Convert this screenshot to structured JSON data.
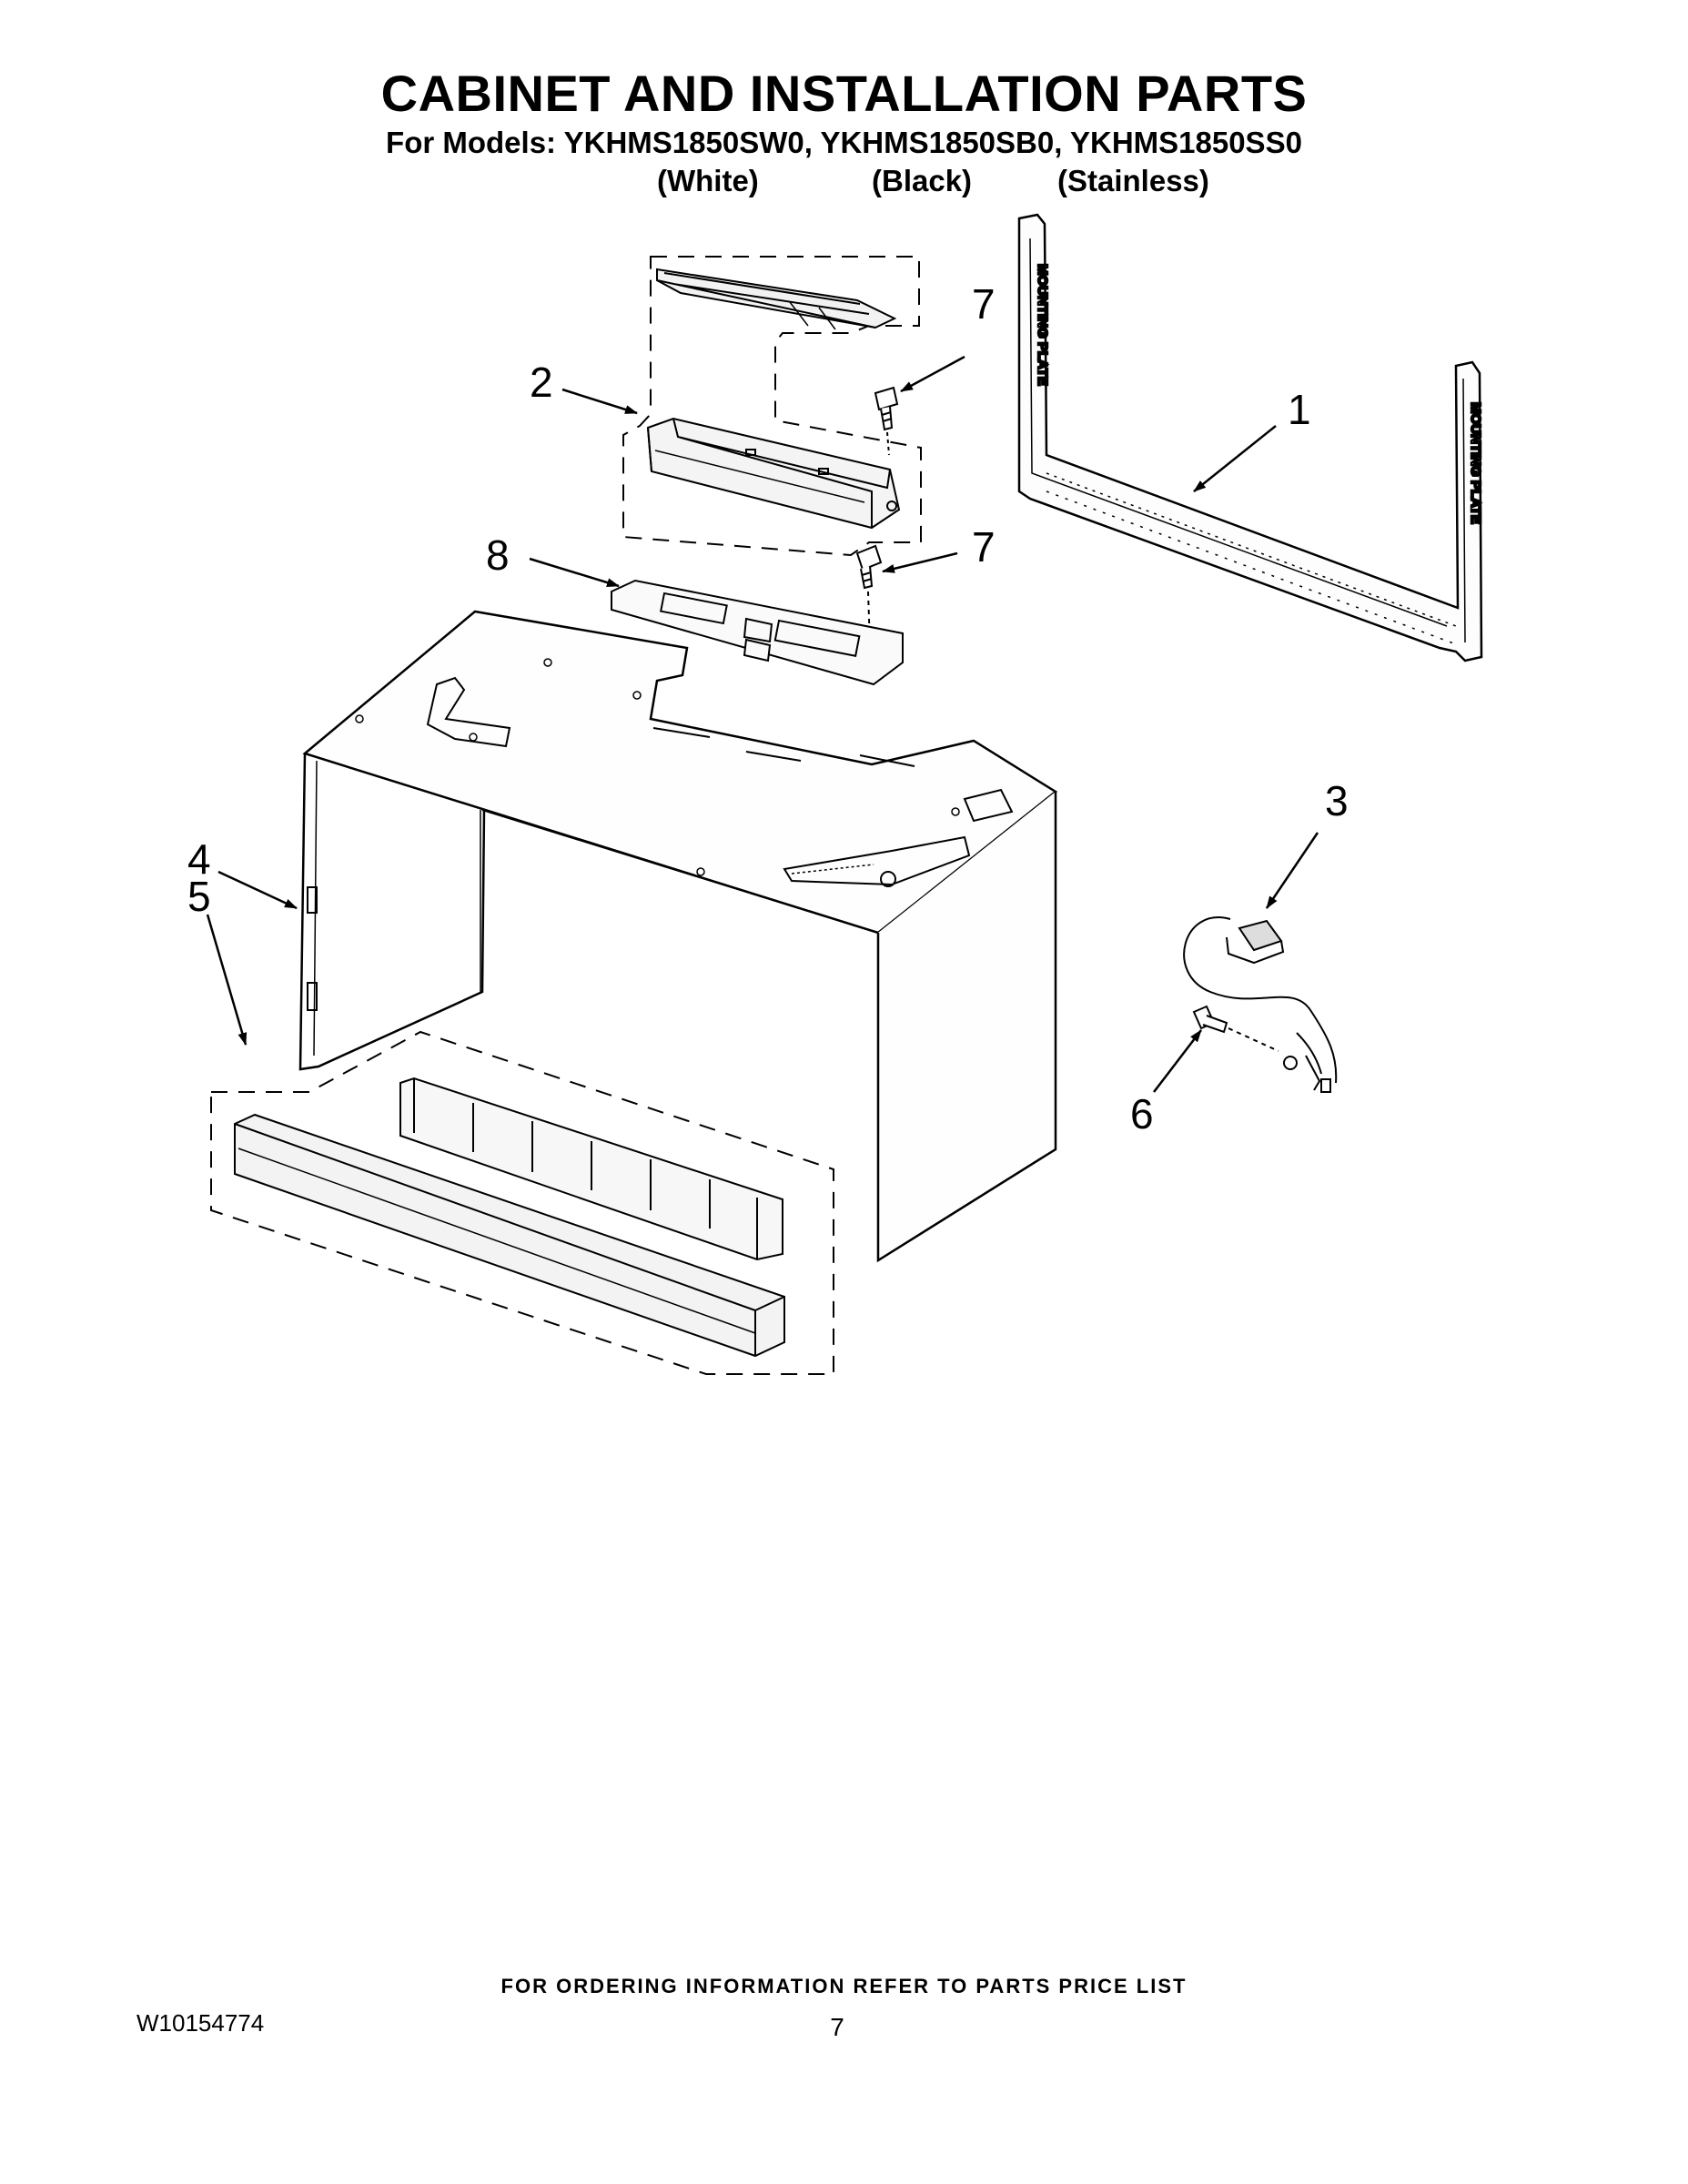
{
  "title": "CABINET AND INSTALLATION PARTS",
  "subtitle": "For Models: YKHMS1850SW0, YKHMS1850SB0, YKHMS1850SS0",
  "variants": [
    "(White)",
    "(Black)",
    "(Stainless)"
  ],
  "plate_label": "MOUNTING PLATE",
  "callouts": [
    "1",
    "2",
    "3",
    "4",
    "5",
    "6",
    "7",
    "7",
    "8"
  ],
  "footer_note": "FOR ORDERING INFORMATION REFER TO PARTS PRICE LIST",
  "doc_number": "W10154774",
  "page_number": "7"
}
